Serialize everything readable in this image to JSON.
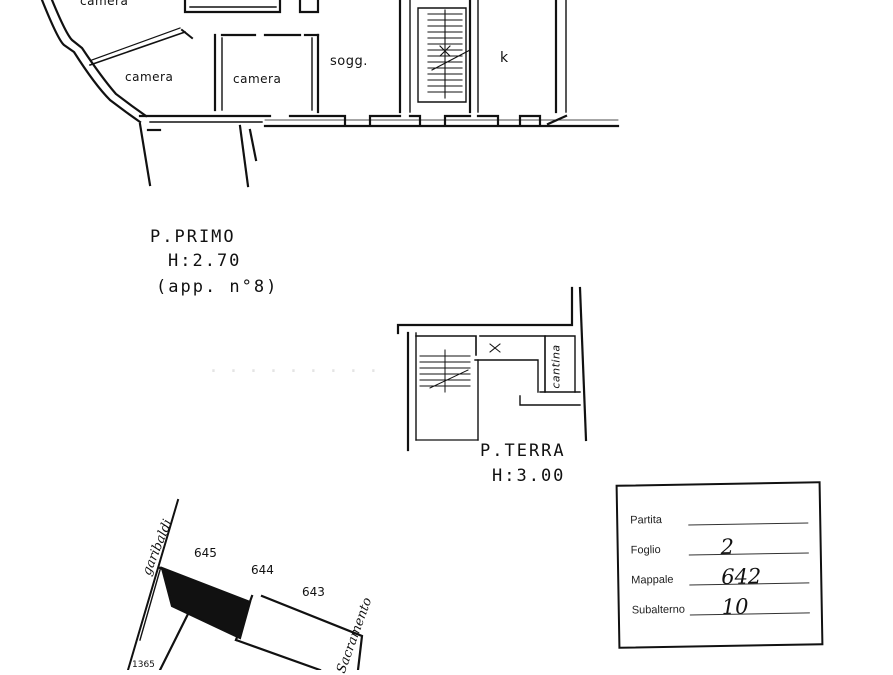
{
  "rooms": {
    "camera_top": "camera",
    "camera_left": "camera",
    "camera_mid": "camera",
    "sogg": "sogg.",
    "k": "k",
    "cantina": "cantina"
  },
  "first_floor": {
    "title": "P.PRIMO",
    "height": "H:2.70",
    "note": "(app. n°8)"
  },
  "ground_floor": {
    "title": "P.TERRA",
    "height": "H:3.00"
  },
  "site_plan": {
    "parcels": [
      "645",
      "644",
      "643",
      "1365"
    ],
    "streets": [
      "garibaldi",
      "Sacramento"
    ]
  },
  "stamp": {
    "fields": [
      {
        "label": "Partita",
        "value": ""
      },
      {
        "label": "Foglio",
        "value": "2"
      },
      {
        "label": "Mappale",
        "value": "642"
      },
      {
        "label": "Subalterno",
        "value": "10"
      }
    ]
  }
}
